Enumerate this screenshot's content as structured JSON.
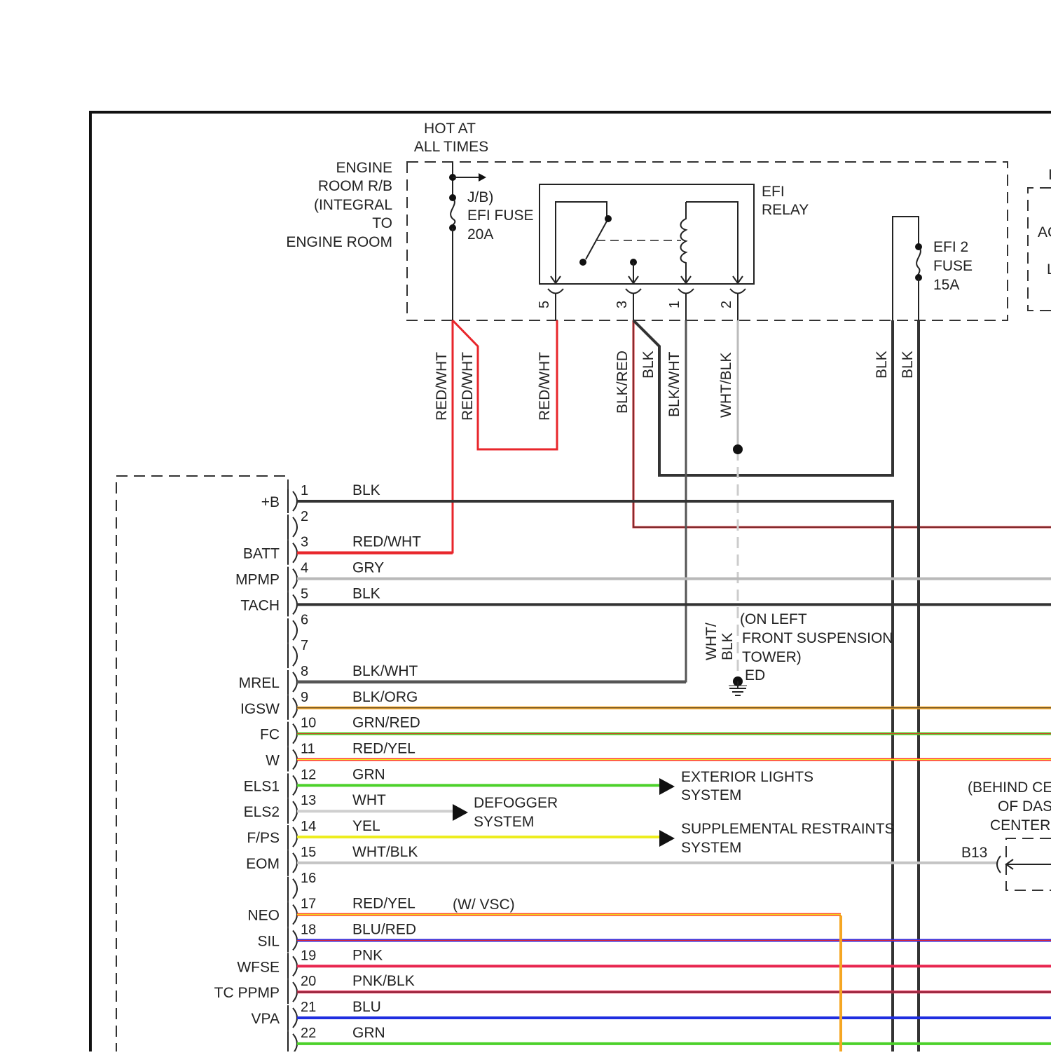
{
  "top_labels": {
    "hot_at": "HOT AT",
    "all_times": "ALL TIMES",
    "engine_room_lines": [
      "ENGINE",
      "ROOM R/B",
      "(INTEGRAL",
      "TO",
      "ENGINE ROOM"
    ],
    "jb_efi_fuse_lines": [
      "J/B)",
      "EFI FUSE",
      "20A"
    ],
    "efi_relay_lines": [
      "EFI",
      "RELAY"
    ],
    "efi2_fuse_lines": [
      "EFI 2",
      "FUSE",
      "15A"
    ],
    "right_partial": [
      "I",
      "AC",
      "L"
    ]
  },
  "relay_pins": [
    "5",
    "3",
    "1",
    "2"
  ],
  "vertical_wires": [
    "RED/WHT",
    "RED/WHT",
    "RED/WHT",
    "BLK/RED",
    "BLK",
    "BLK/WHT",
    "WHT/BLK",
    "BLK",
    "BLK"
  ],
  "ground": {
    "wire_label_1": "WHT/",
    "wire_label_2": "BLK",
    "location_lines": [
      "(ON LEFT",
      "FRONT SUSPENSION",
      "TOWER)"
    ],
    "id": "ED"
  },
  "pins": [
    {
      "num": "1",
      "name": "+B",
      "wire": "BLK",
      "color": "#333333"
    },
    {
      "num": "2",
      "name": "",
      "wire": "",
      "color": ""
    },
    {
      "num": "3",
      "name": "BATT",
      "wire": "RED/WHT",
      "color": "#e8262b"
    },
    {
      "num": "4",
      "name": "MPMP",
      "wire": "GRY",
      "color": "#b9b9b9"
    },
    {
      "num": "5",
      "name": "TACH",
      "wire": "BLK",
      "color": "#333333"
    },
    {
      "num": "6",
      "name": "",
      "wire": "",
      "color": ""
    },
    {
      "num": "7",
      "name": "",
      "wire": "",
      "color": ""
    },
    {
      "num": "8",
      "name": "MREL",
      "wire": "BLK/WHT",
      "color": "#555555"
    },
    {
      "num": "9",
      "name": "IGSW",
      "wire": "BLK/ORG",
      "color": "#f5a623"
    },
    {
      "num": "10",
      "name": "FC",
      "wire": "GRN/RED",
      "color": "#4cd12a"
    },
    {
      "num": "11",
      "name": "W",
      "wire": "RED/YEL",
      "color": "#ff3b1f"
    },
    {
      "num": "12",
      "name": "ELS1",
      "wire": "GRN",
      "color": "#4cd12a"
    },
    {
      "num": "13",
      "name": "ELS2",
      "wire": "WHT",
      "color": "#cfcfcf"
    },
    {
      "num": "14",
      "name": "F/PS",
      "wire": "YEL",
      "color": "#eded1e"
    },
    {
      "num": "15",
      "name": "EOM",
      "wire": "WHT/BLK",
      "color": "#c4c4c4"
    },
    {
      "num": "16",
      "name": "",
      "wire": "",
      "color": ""
    },
    {
      "num": "17",
      "name": "NEO",
      "wire": "RED/YEL",
      "color": "#ff4a1a"
    },
    {
      "num": "18",
      "name": "SIL",
      "wire": "BLU/RED",
      "color": "#3a2bd6"
    },
    {
      "num": "19",
      "name": "WFSE",
      "wire": "PNK",
      "color": "#e8264f"
    },
    {
      "num": "20",
      "name": "TC PPMP",
      "wire": "PNK/BLK",
      "color": "#e8264f"
    },
    {
      "num": "21",
      "name": "VPA",
      "wire": "BLU",
      "color": "#1f2ee0"
    },
    {
      "num": "22",
      "name": "",
      "wire": "GRN",
      "color": "#4cd12a"
    }
  ],
  "notes": {
    "wvsc": "(W/ VSC)",
    "exterior_lights": [
      "EXTERIOR LIGHTS",
      "SYSTEM"
    ],
    "defogger": [
      "DEFOGGER",
      "SYSTEM"
    ],
    "srs": [
      "SUPPLEMENTAL RESTRAINTS",
      "SYSTEM"
    ],
    "behind_lines": [
      "(BEHIND CE",
      "OF DAS",
      "CENTER"
    ],
    "b13": "B13"
  }
}
